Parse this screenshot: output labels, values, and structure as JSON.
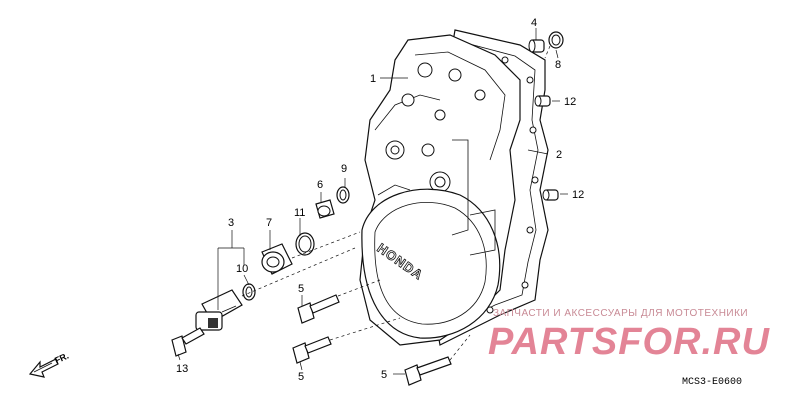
{
  "diagram": {
    "callouts": [
      "1",
      "2",
      "3",
      "4",
      "5",
      "5",
      "5",
      "6",
      "7",
      "8",
      "9",
      "10",
      "11",
      "12",
      "12",
      "13"
    ],
    "cover_logo": "HONDA",
    "direction_label": "FR.",
    "diagram_code": "MCS3-E0600"
  },
  "watermark": {
    "tagline": "ЗАПЧАСТИ И АКСЕССУАРЫ ДЛЯ МОТОТЕХНИКИ",
    "site": "PARTSFOR.RU"
  }
}
